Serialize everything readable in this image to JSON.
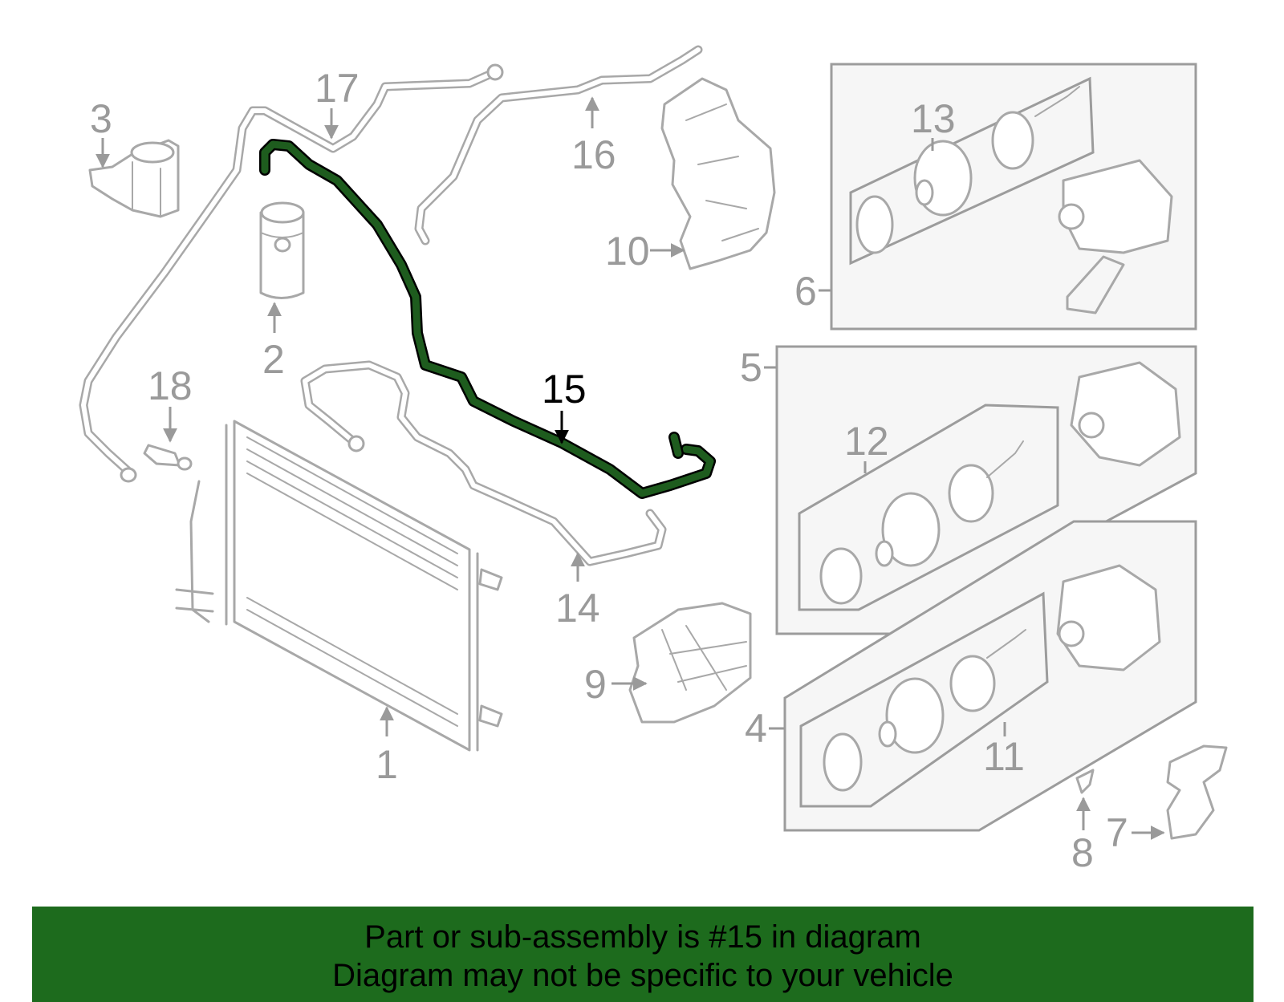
{
  "diagram": {
    "highlighted_part": "15",
    "callouts": [
      "1",
      "2",
      "3",
      "4",
      "5",
      "6",
      "7",
      "8",
      "9",
      "10",
      "11",
      "12",
      "13",
      "14",
      "15",
      "16",
      "17",
      "18"
    ]
  },
  "banner": {
    "line1": "Part or sub-assembly is #15 in diagram",
    "line2": "Diagram may not be specific to your vehicle",
    "color": "#1d6b1d"
  },
  "colors": {
    "highlight": "#1e5c1e",
    "parts": "#a8a8a8",
    "box_fill": "#f6f6f6"
  }
}
